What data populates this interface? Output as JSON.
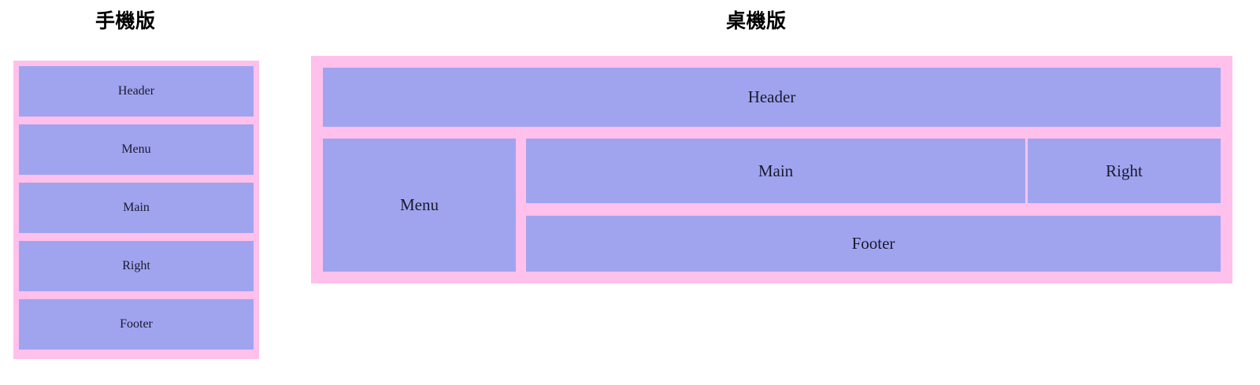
{
  "page": {
    "background_color": "#ffffff",
    "frame_color": "#ffc0eb",
    "cell_color": "#a0a4ef",
    "text_color": "#1a1a2e",
    "title_color": "#000000"
  },
  "sections": [
    {
      "id": "mobile",
      "title": "手機版",
      "layout": "single-column",
      "regions": [
        {
          "key": "header",
          "label": "Header"
        },
        {
          "key": "menu",
          "label": "Menu"
        },
        {
          "key": "main",
          "label": "Main"
        },
        {
          "key": "right",
          "label": "Right"
        },
        {
          "key": "footer",
          "label": "Footer"
        }
      ]
    },
    {
      "id": "desktop",
      "title": "桌機版",
      "layout": "grid",
      "regions": [
        {
          "key": "header",
          "label": "Header"
        },
        {
          "key": "menu",
          "label": "Menu"
        },
        {
          "key": "main",
          "label": "Main"
        },
        {
          "key": "right",
          "label": "Right"
        },
        {
          "key": "footer",
          "label": "Footer"
        }
      ]
    }
  ]
}
